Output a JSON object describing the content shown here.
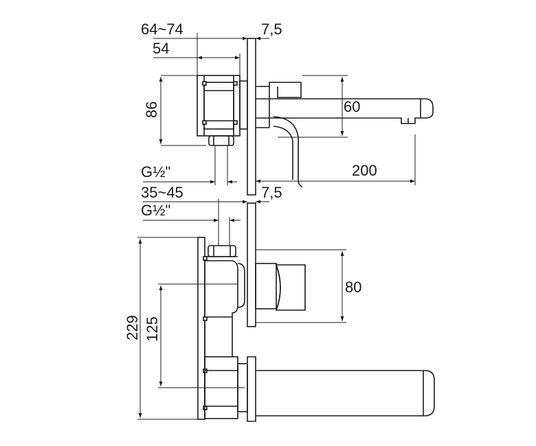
{
  "top_view": {
    "dim_depth_range": "64~74",
    "dim_plate_thickness": "7,5",
    "dim_body_depth": "54",
    "dim_body_height": "86",
    "dim_spout_height": "60",
    "dim_connection": "G½\"",
    "dim_spout_reach": "200"
  },
  "front_view": {
    "dim_depth_range": "35~45",
    "dim_plate_thickness": "7,5",
    "dim_connection": "G½\"",
    "dim_total_height": "229",
    "dim_inner_height": "125",
    "dim_handle_height": "80"
  }
}
